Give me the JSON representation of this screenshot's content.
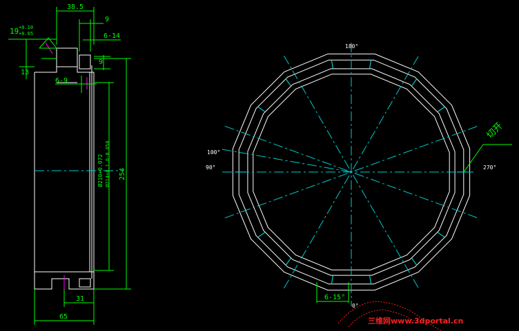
{
  "section_view": {
    "dim_top_width": "38.5",
    "dim_top_right_a": "9",
    "dim_top_right_b": "6-14",
    "dim_tol_upper": "+0.10",
    "dim_tol_base": "19",
    "dim_tol_lower": "+0.05",
    "dim_left_height": "13",
    "dim_small_right": "9",
    "dim_inner_slot": "6-9",
    "dim_inner_diameter": "Ø210+0.072",
    "dim_inner_diameter_b": "Ø214+0.1.0-0.050",
    "dim_overall_height": "254",
    "dim_bottom_slot": "31",
    "dim_bottom_width": "65"
  },
  "ring_view": {
    "angle_top": "180°",
    "angle_left_a": "100°",
    "angle_left_b": "90°",
    "angle_right": "270°",
    "angle_bottom": "0°",
    "slot_note": "6-15°",
    "cut_note": "切开"
  },
  "watermark": {
    "text": "三维网www.3dportal.cn"
  },
  "colors": {
    "background": "#000000",
    "outline": "#ffffff",
    "dimension": "#00ff00",
    "centerline": "#00cccc",
    "highlight": "#ff00ff",
    "watermark": "#ff2020"
  }
}
